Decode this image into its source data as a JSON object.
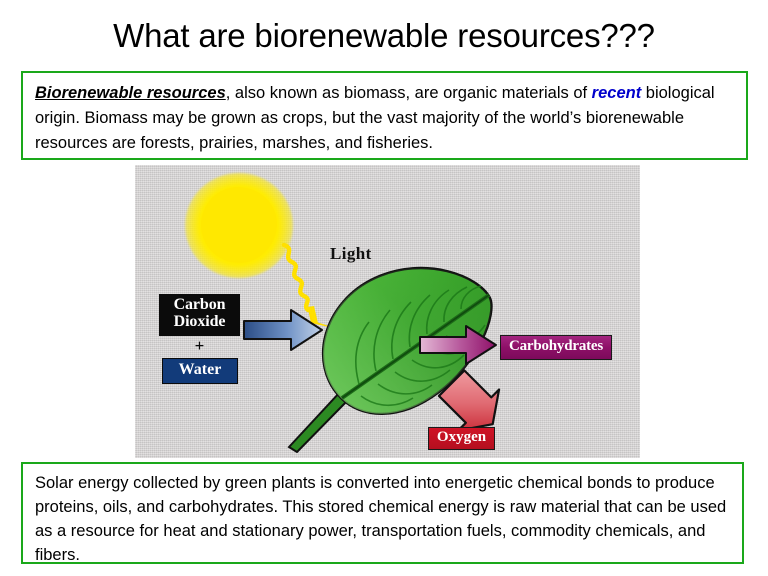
{
  "slide": {
    "title": "What are biorenewable resources???"
  },
  "top_textbox": {
    "term": "Biorenewable resources",
    "segment_1": ", also known as biomass, are organic materials of ",
    "emphasis": "recent",
    "segment_2": " biological origin. Biomass may be grown as crops, but the vast majority of the world’s biorenewable resources are forests, prairies, marshes, and fisheries.",
    "border_color": "#1aa81a",
    "emphasis_color": "#0000cc"
  },
  "bottom_textbox": {
    "text": "Solar energy collected by green plants is converted into energetic chemical bonds to produce proteins, oils, and carbohydrates. This stored chemical energy is raw material that can be used as a resource for heat and stationary power, transportation fuels, commodity chemicals, and fibers.",
    "border_color": "#1aa81a"
  },
  "diagram": {
    "background_color": "#d4d2d2",
    "sun_color": "#ffe800",
    "leaf_color": "#3aa82c",
    "light_label": "Light",
    "light_ray_color": "#ffe000",
    "inputs": {
      "carbon_dioxide": "Carbon Dioxide",
      "plus": "+",
      "water": "Water",
      "carbon_dioxide_bg": "#0b0b0b",
      "water_bg": "#123b7a",
      "arrow_color": "#3e6fb0"
    },
    "outputs": {
      "carbohydrates": "Carbohydrates",
      "oxygen": "Oxygen",
      "carbohydrates_bg": "#8e1068",
      "oxygen_bg": "#c2121f",
      "carbohydrates_arrow_color": "#a3257f",
      "oxygen_arrow_color": "#d64a5a"
    }
  }
}
